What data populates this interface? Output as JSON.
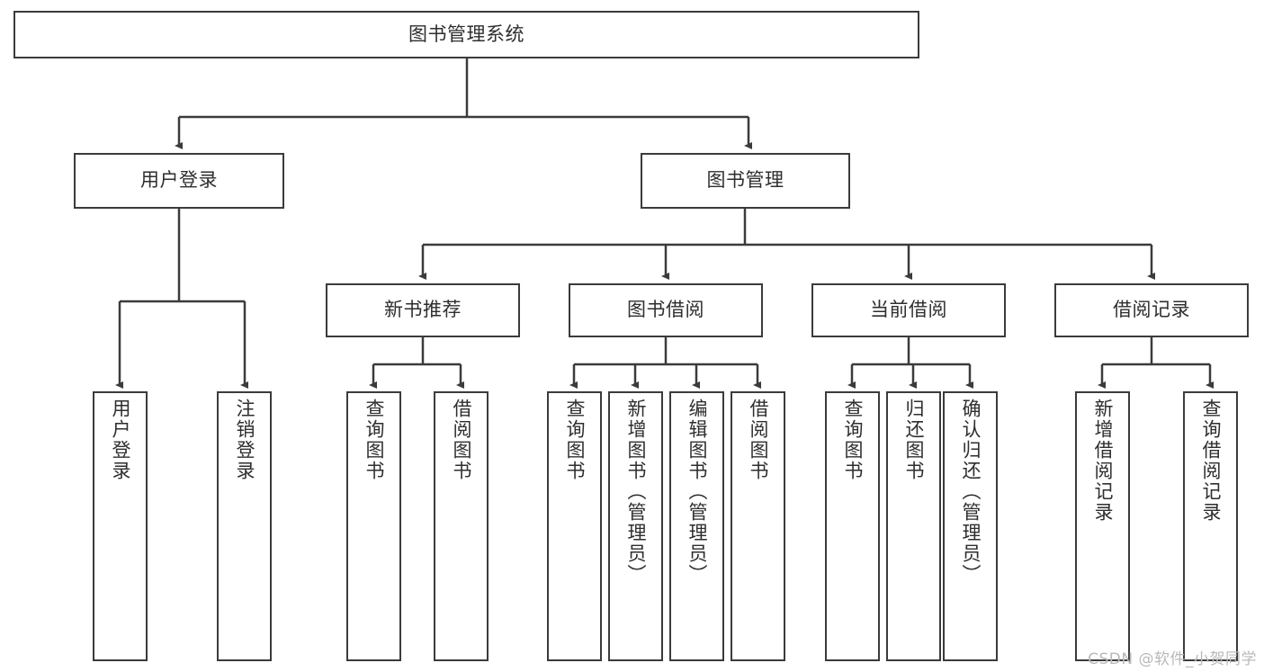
{
  "diagram": {
    "title": "图书管理系统",
    "watermark": "CSDN @软件_小贺同学",
    "root": {
      "label": "图书管理系统"
    },
    "level2": [
      {
        "label": "用户登录"
      },
      {
        "label": "图书管理"
      }
    ],
    "level3": [
      {
        "label": "新书推荐"
      },
      {
        "label": "图书借阅"
      },
      {
        "label": "当前借阅"
      },
      {
        "label": "借阅记录"
      }
    ],
    "leaves": {
      "user_login": [
        {
          "label": "用户登录"
        },
        {
          "label": "注销登录"
        }
      ],
      "new_book_recommend": [
        {
          "label": "查询图书"
        },
        {
          "label": "借阅图书"
        }
      ],
      "book_borrow": [
        {
          "label": "查询图书"
        },
        {
          "label": "新增图书（管理员）"
        },
        {
          "label": "编辑图书（管理员）"
        },
        {
          "label": "借阅图书"
        }
      ],
      "current_borrow": [
        {
          "label": "查询图书"
        },
        {
          "label": "归还图书"
        },
        {
          "label": "确认归还（管理员）"
        }
      ],
      "borrow_records": [
        {
          "label": "新增借阅记录"
        },
        {
          "label": "查询借阅记录"
        }
      ]
    },
    "colors": {
      "stroke": "#3b3b3b",
      "text": "#2e2e2e",
      "background": "#ffffff",
      "watermark": "#b9b9b9"
    }
  }
}
